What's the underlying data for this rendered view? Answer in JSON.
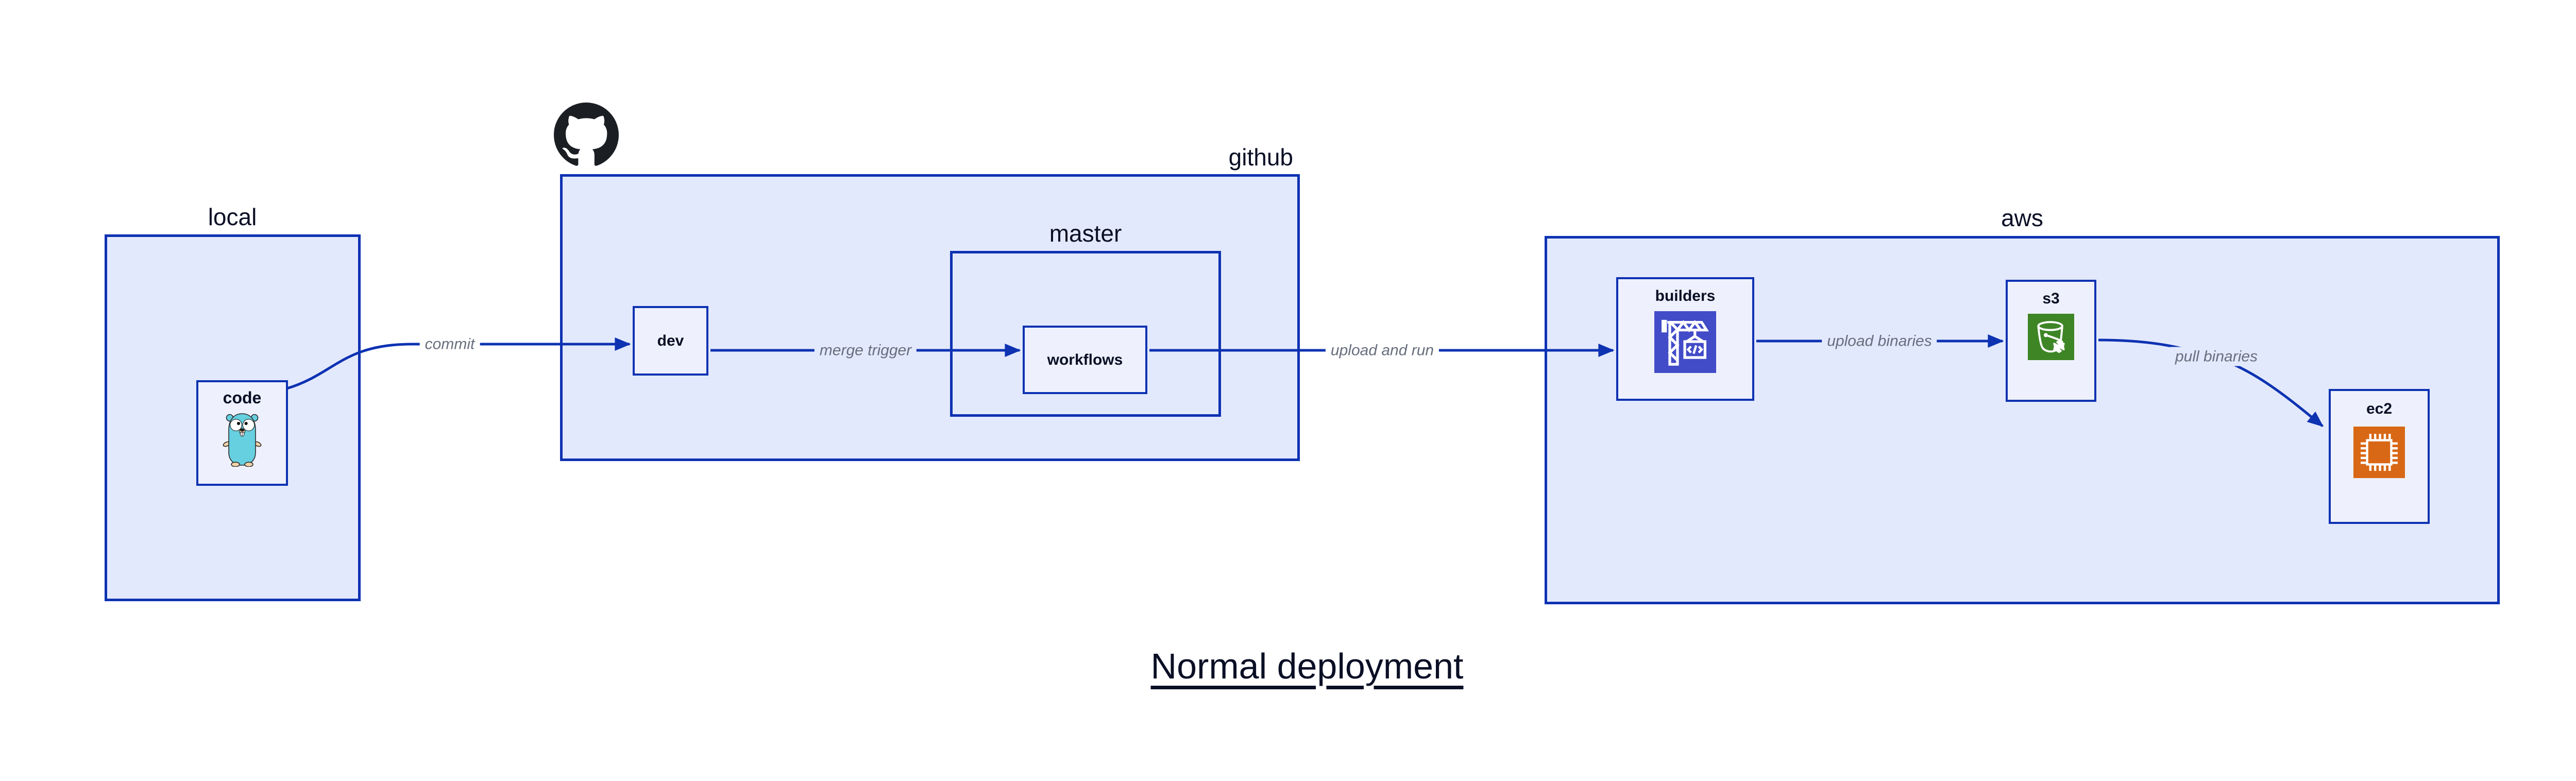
{
  "diagram": {
    "title": "Normal deployment",
    "containers": {
      "local": {
        "label": "local"
      },
      "github": {
        "label": "github"
      },
      "master": {
        "label": "master"
      },
      "aws": {
        "label": "aws"
      }
    },
    "nodes": {
      "code": {
        "label": "code",
        "icon": "go-gopher-icon"
      },
      "dev": {
        "label": "dev"
      },
      "workflows": {
        "label": "workflows"
      },
      "builders": {
        "label": "builders",
        "icon": "codebuild-crane-icon"
      },
      "s3": {
        "label": "s3",
        "icon": "s3-bucket-snowflake-icon"
      },
      "ec2": {
        "label": "ec2",
        "icon": "ec2-chip-icon"
      }
    },
    "edges": [
      {
        "from": "code",
        "to": "dev",
        "label": "commit"
      },
      {
        "from": "dev",
        "to": "workflows",
        "label": "merge trigger"
      },
      {
        "from": "workflows",
        "to": "builders",
        "label": "upload and run"
      },
      {
        "from": "builders",
        "to": "s3",
        "label": "upload binaries"
      },
      {
        "from": "s3",
        "to": "ec2",
        "label": "pull binaries"
      }
    ],
    "logos": {
      "github": "github-octocat-logo"
    },
    "colors": {
      "border": "#0d32b2",
      "edge": "#0d32b2",
      "container_fill": "#e3e9fc",
      "node_fill": "#eef1fd",
      "text": "#0a0f25",
      "edge_text": "#676e7d",
      "canvas": "#ffffff",
      "github_black": "#1b1f23",
      "codebuild": "#424cc8",
      "s3": "#3e8526",
      "ec2": "#d86816",
      "gopher_body": "#66cfe0",
      "gopher_skin": "#f2d3a7"
    }
  }
}
